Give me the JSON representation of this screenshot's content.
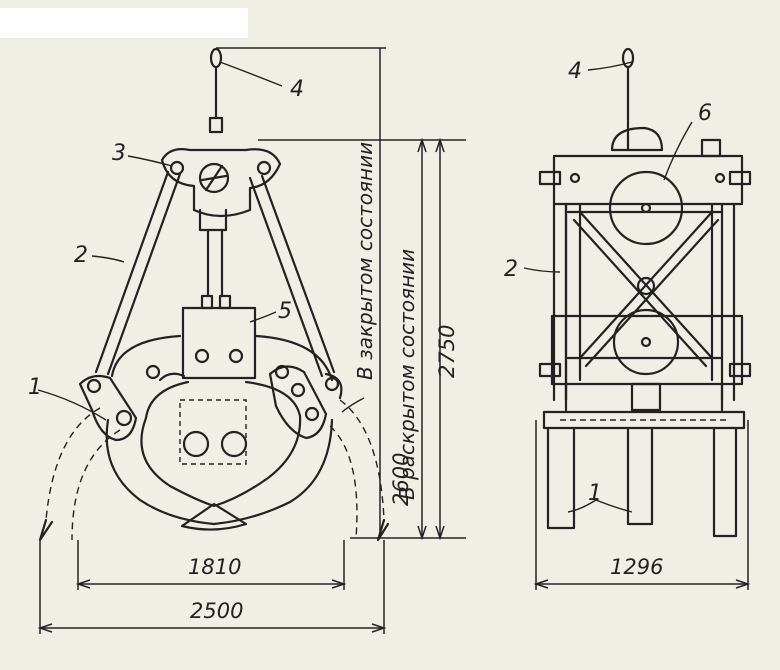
{
  "callouts": {
    "c1_left": "1",
    "c2_left": "2",
    "c3": "3",
    "c4_left": "4",
    "c5": "5",
    "c1_right": "1",
    "c2_right": "2",
    "c4_right": "4",
    "c6": "6"
  },
  "vertical_labels": {
    "closed": "В закрытом состоянии",
    "open": "В раскрытом состоянии"
  },
  "dimensions": {
    "h_open": "2750",
    "h_closed": "2600",
    "w_inner": "1810",
    "w_outer": "2500",
    "w_side": "1296"
  }
}
